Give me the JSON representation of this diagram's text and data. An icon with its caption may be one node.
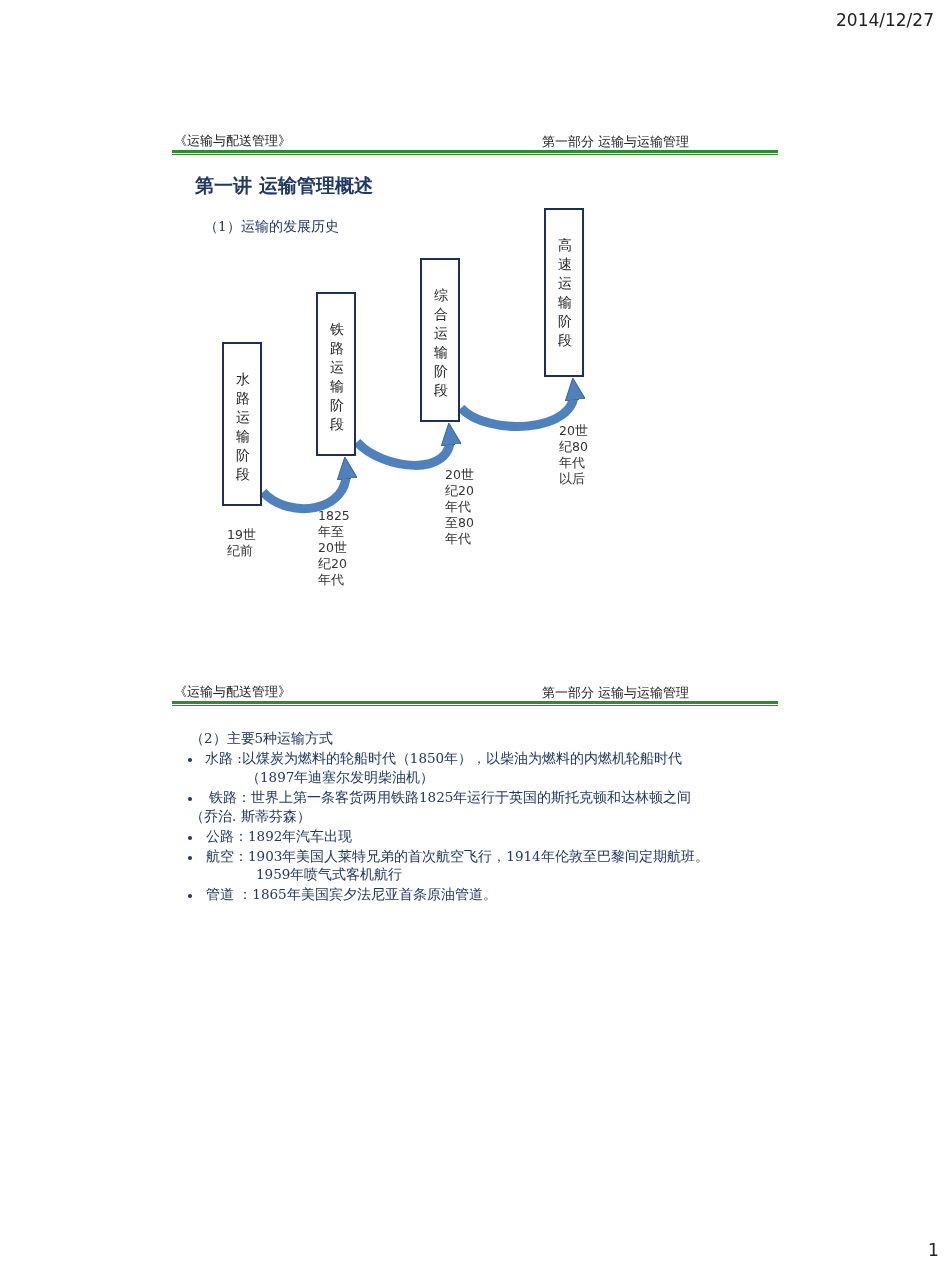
{
  "diagram": {
    "title": "第一讲 运输管理概述",
    "nodes": [
      {
        "text": [
          "水路运输阶段"
        ],
        "beside": [
          "19世纪前"
        ]
      },
      {
        "text": [
          "铁路运输阶段"
        ]
      },
      {
        "text": [
          "综合运输阶段"
        ],
        "beside": [
          "20世纪20年代至80年代"
        ]
      },
      {
        "text": [
          "高速运输阶段"
        ],
        "beside": [
          "20世纪80年代以后"
        ]
      }
    ],
    "edges": [
      {
        "from": 0,
        "to": 1,
        "arrow": "to"
      },
      {
        "from": 1,
        "to": 2,
        "arrow": "to"
      },
      {
        "from": 2,
        "to": 3,
        "arrow": "to"
      }
    ],
    "labels": [
      "2014/12/27",
      "《运输与配送管理》",
      "第一部分 运输与运输管理",
      "（1）运输的发展历史",
      "《运输与配送管理》",
      "第一部分 运输与运输管理",
      "（2）主要5种运输方式",
      "水路 :以煤炭为燃料的轮船时代（1850年），以柴油为燃料的内燃机轮船时代",
      "（1897年迪塞尔发明柴油机）",
      "铁路：世界上第一条客货两用铁路1825年运行于英国的斯托克顿和达林顿之间",
      "（乔治. 斯蒂芬森）",
      "公路：1892年汽车出现",
      "航空：1903年美国人莱特兄弟的首次航空飞行，1914年伦敦至巴黎间定期航班。",
      "1959年喷气式客机航行",
      "管道 ：1865年美国宾夕法尼亚首条原油管道。",
      "1",
      "1825年至20世纪20年代"
    ]
  }
}
